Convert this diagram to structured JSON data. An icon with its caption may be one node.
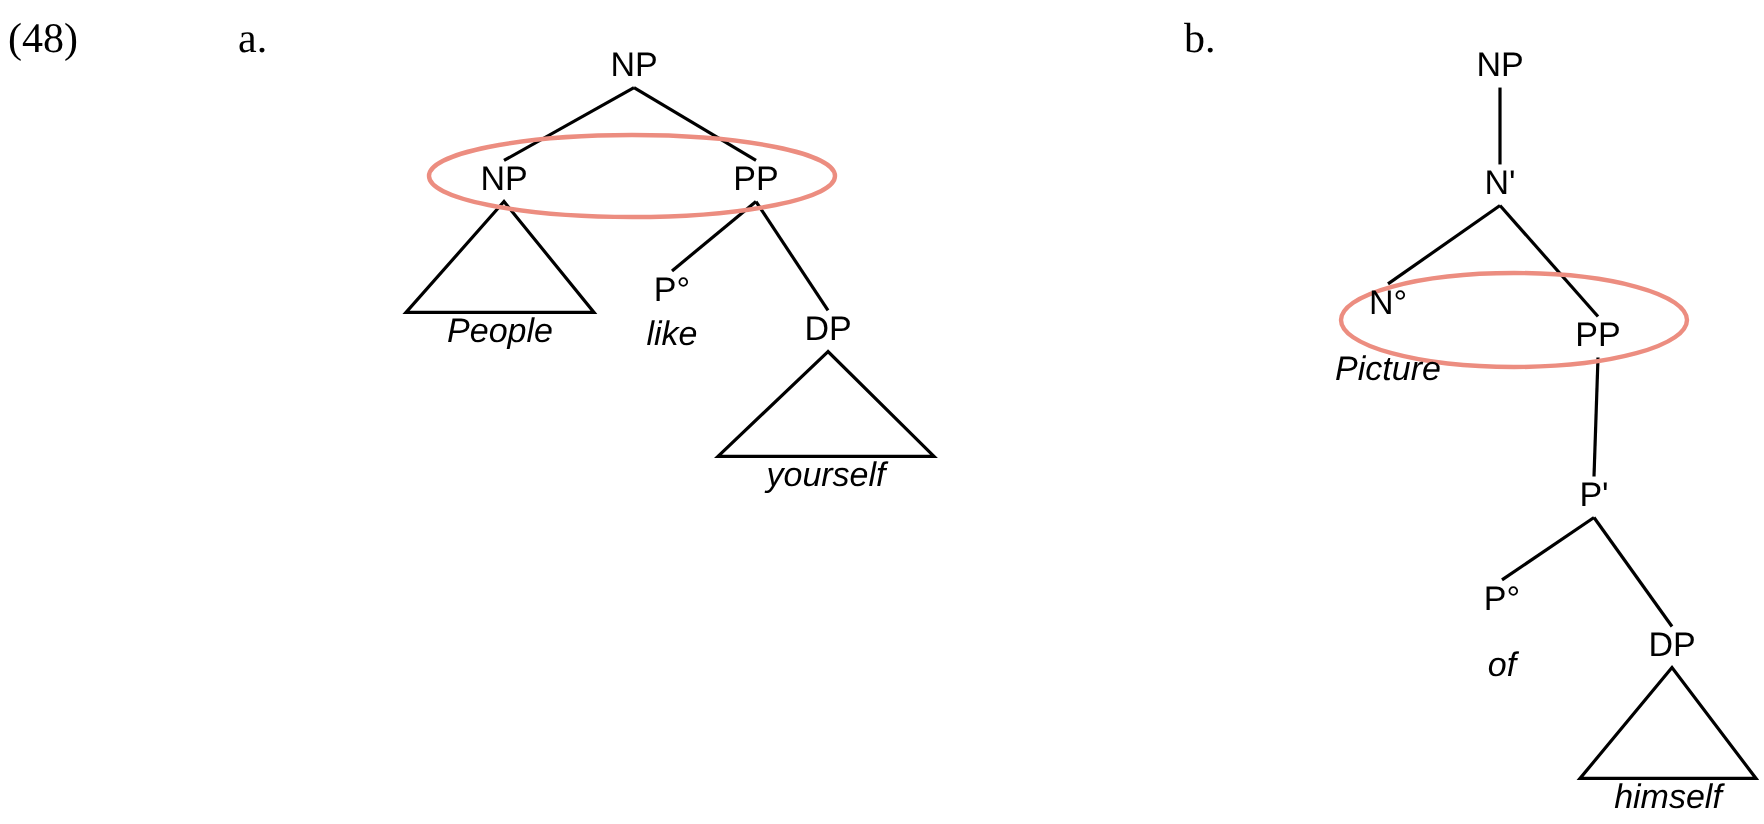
{
  "diagram": {
    "nodes": [
      {
        "text": [
          "NP"
        ]
      },
      {
        "text": [],
        "shape": "ellipse"
      },
      {
        "text": [
          "NP"
        ],
        "in": 1
      },
      {
        "text": [
          "PP"
        ],
        "in": 1
      },
      {
        "text": [
          "People"
        ]
      },
      {
        "text": [
          "P°",
          "like"
        ]
      },
      {
        "text": [
          "DP"
        ]
      },
      {
        "text": [
          "yourself"
        ]
      },
      {
        "text": [
          "NP"
        ]
      },
      {
        "text": [
          "N'"
        ]
      },
      {
        "text": [],
        "shape": "ellipse"
      },
      {
        "text": [
          "N°",
          "Picture"
        ],
        "in": 10
      },
      {
        "text": [
          "PP"
        ],
        "in": 10
      },
      {
        "text": [
          "P'"
        ]
      },
      {
        "text": [
          "P°",
          "of"
        ]
      },
      {
        "text": [
          "DP"
        ]
      },
      {
        "text": [
          "himself"
        ]
      }
    ],
    "edges": [
      {
        "from": 0,
        "to": 2,
        "arrow": "none"
      },
      {
        "from": 0,
        "to": 3,
        "arrow": "none"
      },
      {
        "from": 2,
        "to": 4,
        "arrow": "none"
      },
      {
        "from": 3,
        "to": 5,
        "arrow": "none"
      },
      {
        "from": 3,
        "to": 6,
        "arrow": "none"
      },
      {
        "from": 6,
        "to": 7,
        "arrow": "none"
      },
      {
        "from": 8,
        "to": 9,
        "arrow": "none"
      },
      {
        "from": 9,
        "to": 11,
        "arrow": "none"
      },
      {
        "from": 9,
        "to": 12,
        "arrow": "none"
      },
      {
        "from": 12,
        "to": 13,
        "arrow": "none"
      },
      {
        "from": 13,
        "to": 14,
        "arrow": "none"
      },
      {
        "from": 13,
        "to": 15,
        "arrow": "none"
      },
      {
        "from": 15,
        "to": 16,
        "arrow": "none"
      }
    ],
    "labels": [
      "(48)",
      "a.",
      "b."
    ]
  }
}
